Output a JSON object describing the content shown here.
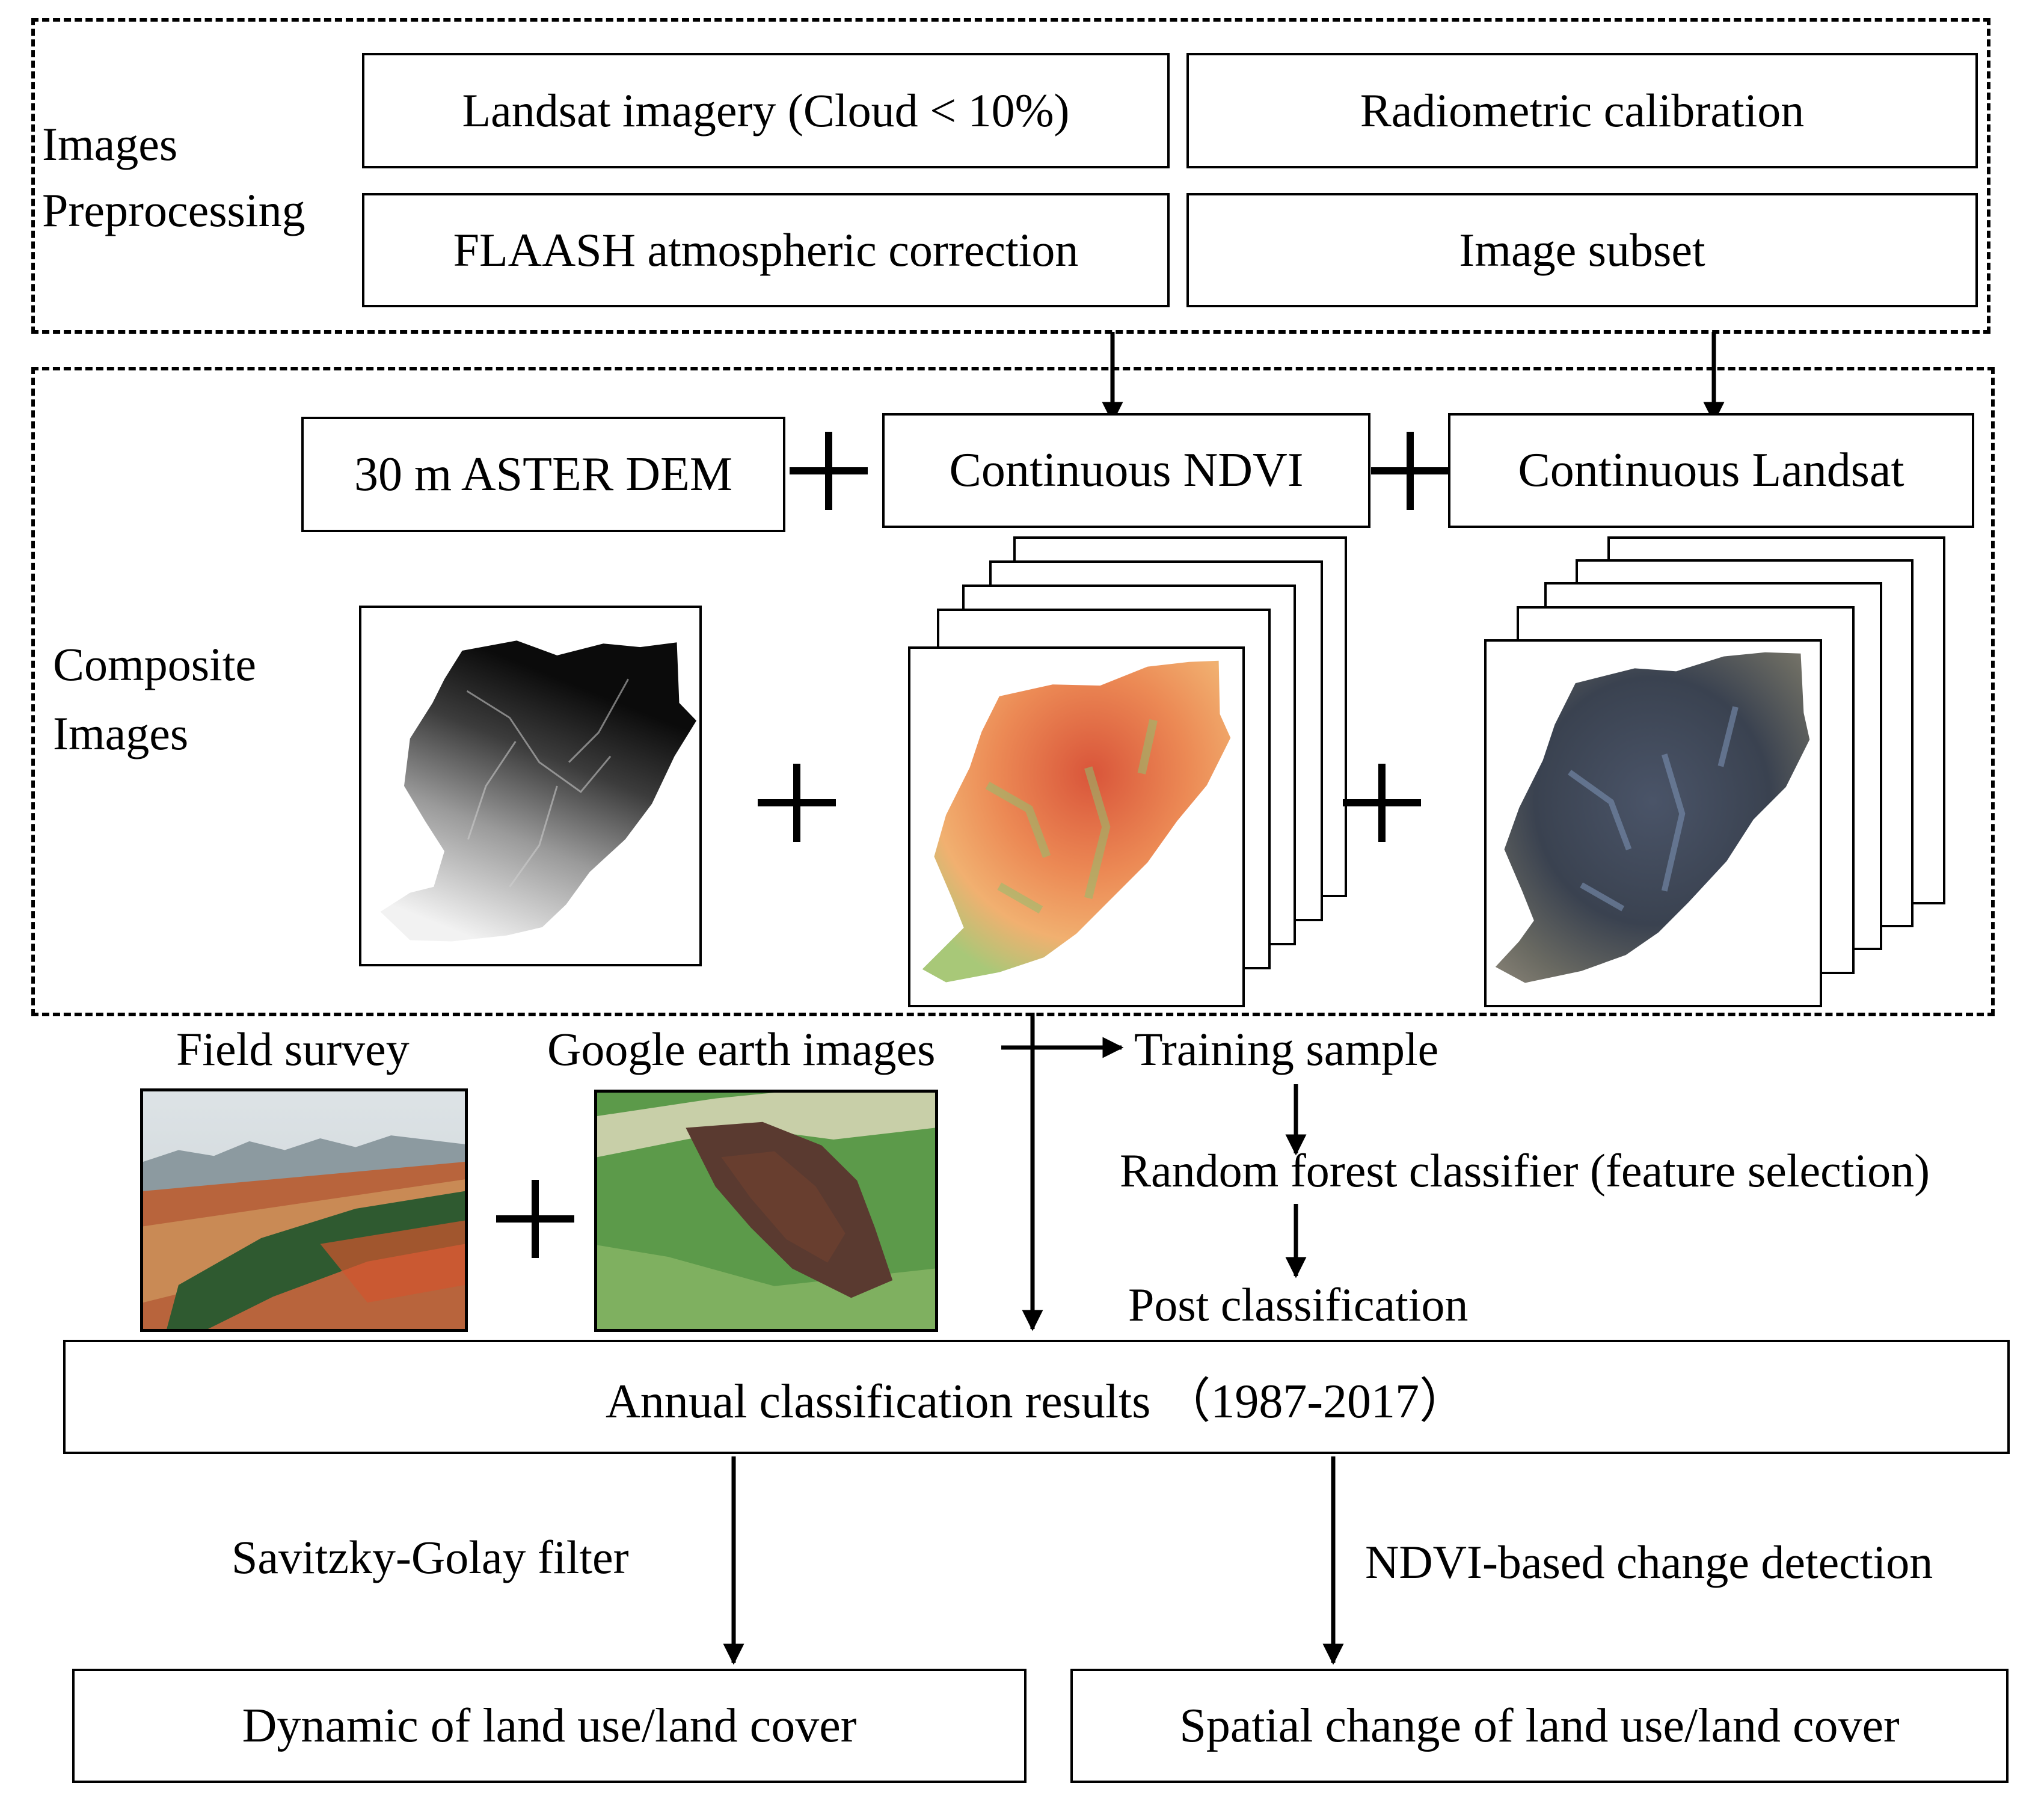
{
  "preprocessing": {
    "label_line1": "Images",
    "label_line2": "Preprocessing",
    "boxes": {
      "landsat": "Landsat imagery (Cloud < 10%)",
      "radiometric": "Radiometric calibration",
      "flaash": "FLAASH atmospheric correction",
      "subset": "Image subset"
    }
  },
  "composite": {
    "label_line1": "Composite",
    "label_line2": "Images",
    "boxes": {
      "dem": "30 m ASTER DEM",
      "ndvi": "Continuous NDVI",
      "landsat": "Continuous Landsat"
    }
  },
  "samples": {
    "field_survey": "Field survey",
    "google_earth": "Google earth images",
    "training": "Training sample",
    "random_forest": "Random forest classifier (feature selection)",
    "post": "Post classification"
  },
  "results": {
    "annual": "Annual classification results （1987-2017）",
    "sg_filter": "Savitzky-Golay filter",
    "ndvi_change": "NDVI-based change detection",
    "dynamic": "Dynamic of land use/land cover",
    "spatial": "Spatial change of land use/land cover"
  },
  "colors": {
    "line": "#000000",
    "ndvi_red": "#d9553a",
    "ndvi_orange": "#f0a060",
    "ndvi_green": "#8fc070",
    "landsat_dark": "#3a4250",
    "landsat_blue": "#7a8fb0"
  }
}
